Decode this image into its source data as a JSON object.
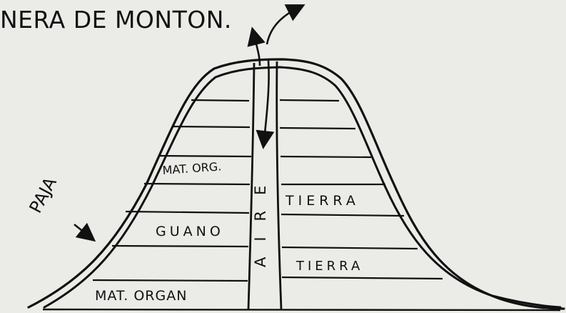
{
  "title": "NERA DE MONTON.",
  "labels": {
    "paja": "PAJA",
    "mat_org_top": "MAT. ORG.",
    "tierra_top": "TIERRA",
    "guano": "GUANO",
    "tierra_bottom": "TIERRA",
    "mat_organ_bottom": "MAT. ORGAN",
    "aire": "AIRE"
  },
  "colors": {
    "ink": "#111111",
    "paper": "#ebebe8"
  }
}
